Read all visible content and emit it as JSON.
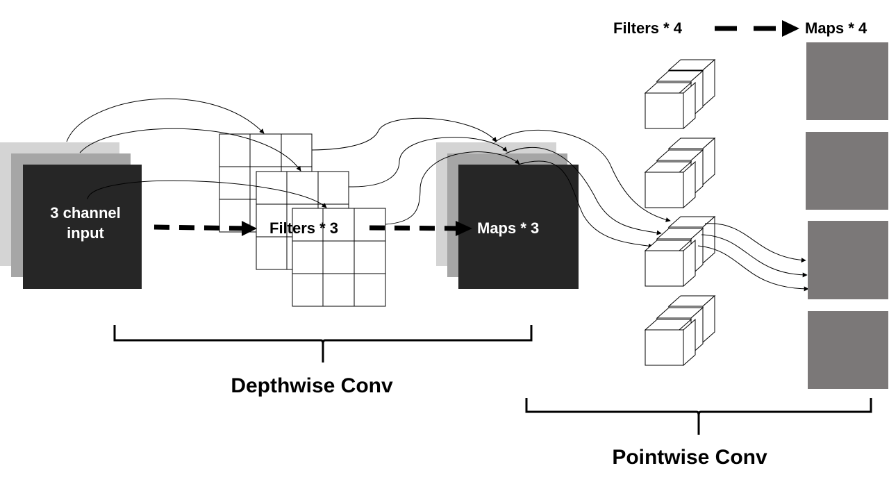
{
  "labels": {
    "input_line1": "3 channel",
    "input_line2": "input",
    "filters_depthwise": "Filters * 3",
    "maps_depthwise": "Maps * 3",
    "filters_pointwise": "Filters * 4",
    "maps_pointwise": "Maps * 4",
    "depthwise_conv": "Depthwise Conv",
    "pointwise_conv": "Pointwise Conv"
  },
  "colors": {
    "layer_light": "#d4d4d4",
    "layer_mid": "#a6a6a6",
    "layer_dark": "#262626",
    "map_gray": "#7b7878",
    "line": "#000000",
    "text_on_dark": "#ffffff",
    "text": "#000000"
  }
}
